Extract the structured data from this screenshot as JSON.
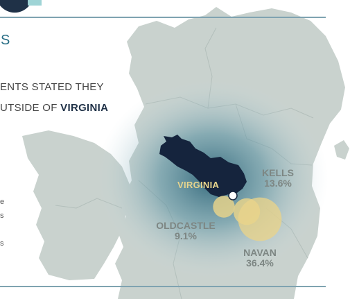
{
  "header": {
    "title_fragment": "S"
  },
  "intro": {
    "line1": "ENTS STATED THEY",
    "line2_prefix": "UTSIDE OF ",
    "line2_highlight": "VIRGINIA"
  },
  "side_fragments": [
    "e",
    "s",
    "s"
  ],
  "map": {
    "colors": {
      "land": "#c9d2ce",
      "halo": "#2e6478",
      "county": "#15243d",
      "bubble": "#e9d48a",
      "dot": "#ffffff",
      "rule": "#7fa3b1"
    },
    "locations": [
      {
        "id": "virginia",
        "name": "VIRGINIA",
        "percent": "",
        "marker": "dot",
        "share": null
      },
      {
        "id": "kells",
        "name": "KELLS",
        "percent": "13.6%",
        "marker": "bubble",
        "share": 13.6
      },
      {
        "id": "oldcastle",
        "name": "OLDCASTLE",
        "percent": "9.1%",
        "marker": "bubble",
        "share": 9.1
      },
      {
        "id": "navan",
        "name": "NAVAN",
        "percent": "36.4%",
        "marker": "bubble",
        "share": 36.4
      }
    ]
  }
}
